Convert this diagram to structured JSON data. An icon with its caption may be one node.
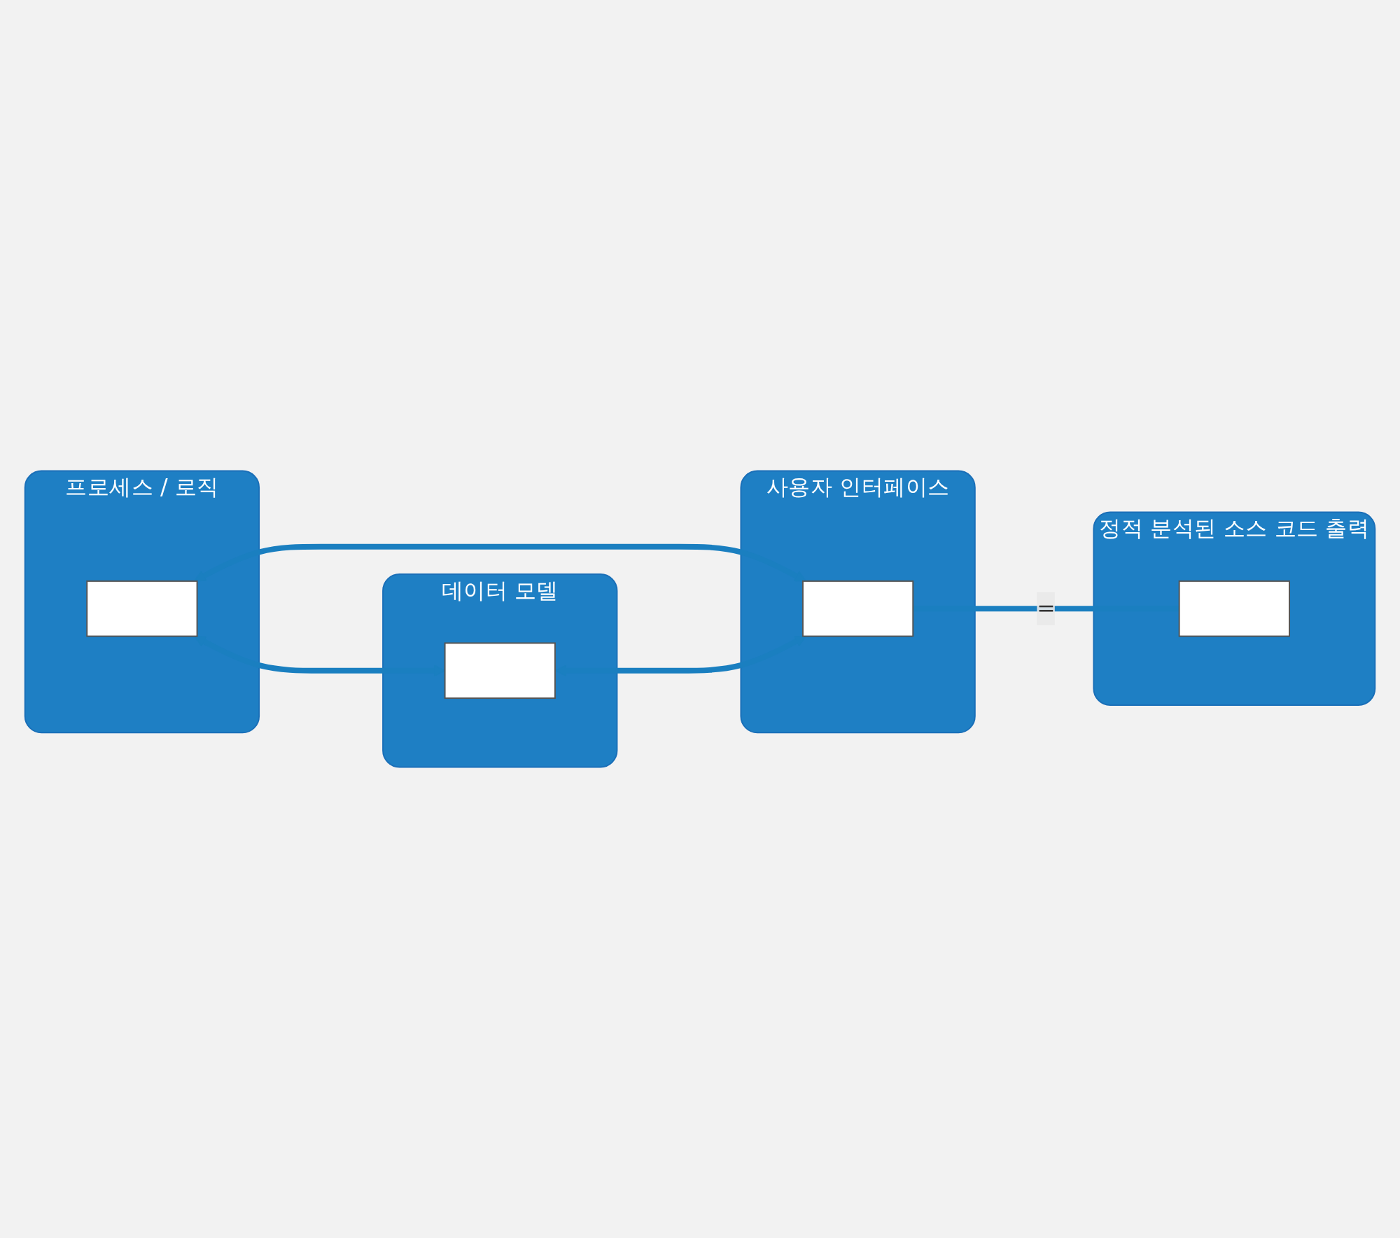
{
  "diagram": {
    "nodes": [
      {
        "text": [
          "프로세스 / 로직"
        ]
      },
      {
        "text": [],
        "shape": "box",
        "in": 0
      },
      {
        "text": [
          "데이터 모델"
        ]
      },
      {
        "text": [],
        "shape": "box",
        "in": 2
      },
      {
        "text": [
          "사용자 인터페이스"
        ]
      },
      {
        "text": [],
        "shape": "box",
        "in": 4
      },
      {
        "text": [
          "정적 분석된 소스 코드 출력"
        ]
      },
      {
        "text": [],
        "shape": "box",
        "in": 6
      }
    ],
    "edges": [
      {
        "from": 1,
        "to": 3,
        "arrow": "both"
      },
      {
        "from": 1,
        "to": 5,
        "arrow": "both"
      },
      {
        "from": 3,
        "to": 5,
        "arrow": "both"
      },
      {
        "from": 5,
        "to": 7,
        "arrow": "none",
        "label": "="
      }
    ]
  }
}
